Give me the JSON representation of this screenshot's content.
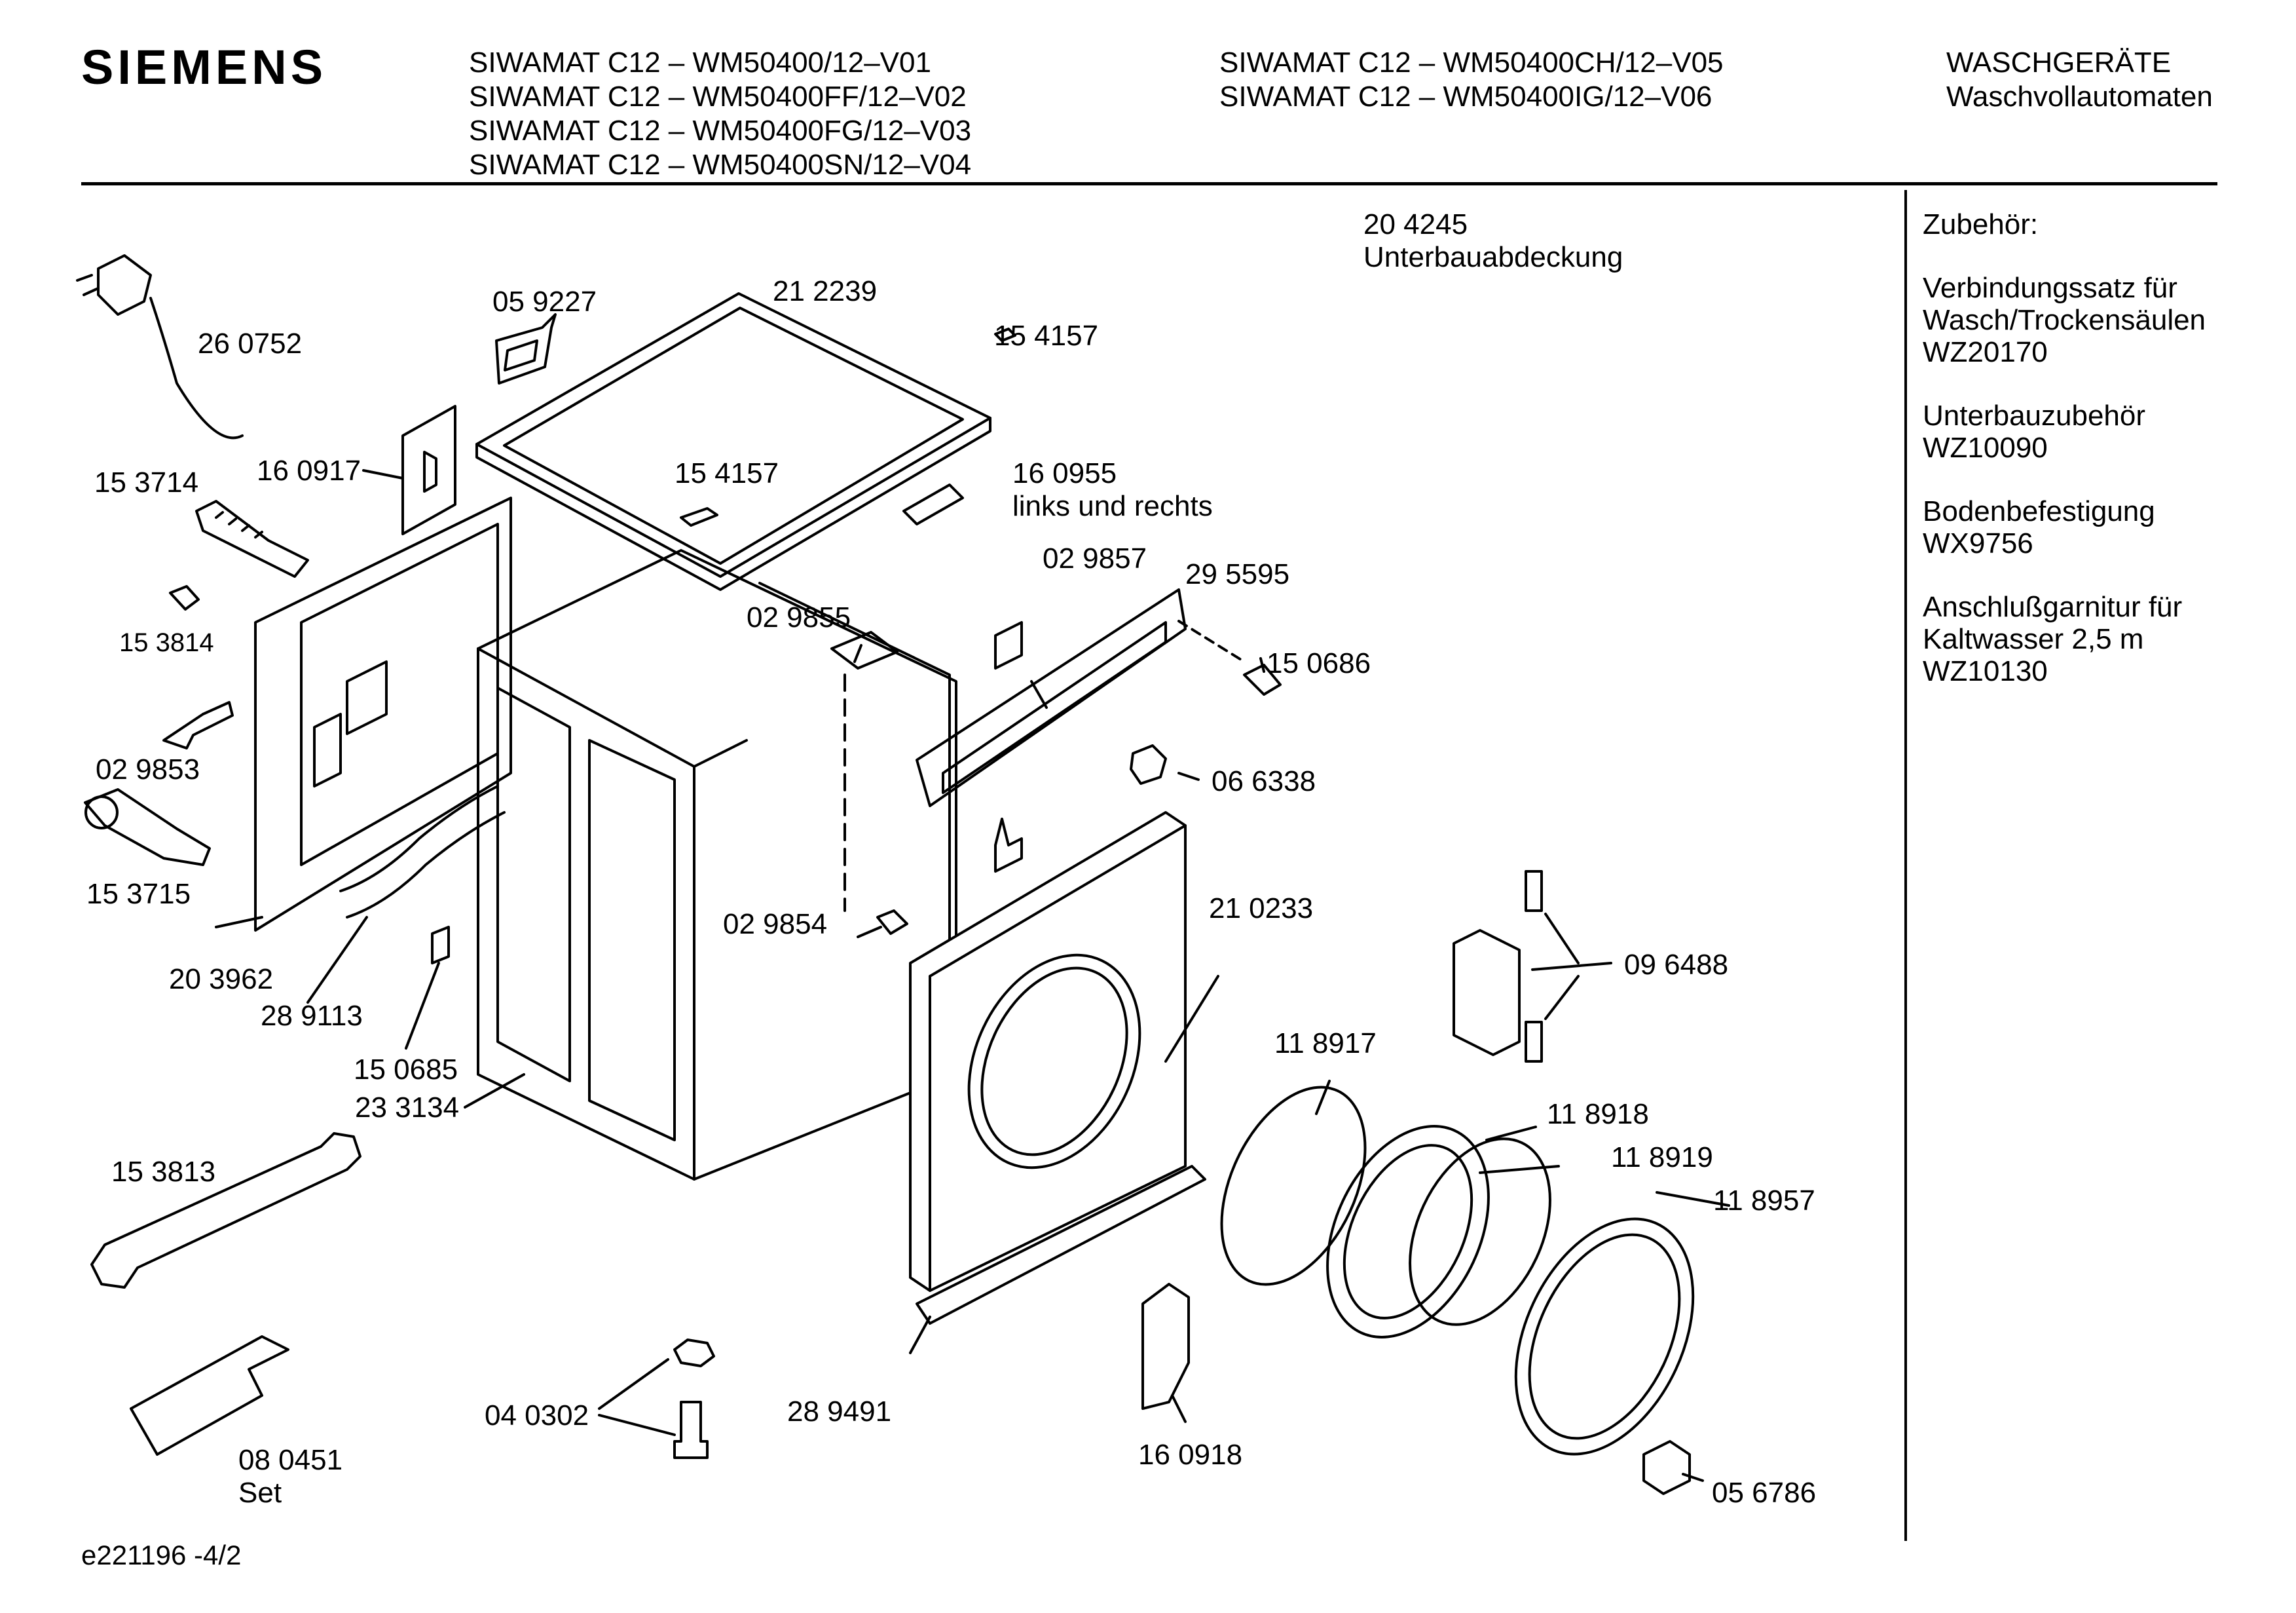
{
  "brand": "SIEMENS",
  "header": {
    "models_col1": [
      "SIWAMAT C12 – WM50400/12–V01",
      "SIWAMAT C12 – WM50400FF/12–V02",
      "SIWAMAT C12 – WM50400FG/12–V03",
      "SIWAMAT C12 – WM50400SN/12–V04"
    ],
    "models_col2": [
      "SIWAMAT C12 – WM50400CH/12–V05",
      "SIWAMAT C12 – WM50400IG/12–V06"
    ],
    "category": "WASCHGERÄTE",
    "subcategory": "Waschvollautomaten"
  },
  "accessories": {
    "title": "Zubehör:",
    "items": [
      {
        "name": "Verbindungssatz für Wasch/Trockensäulen",
        "code": "WZ20170"
      },
      {
        "name": "Unterbauzubehör",
        "code": "WZ10090"
      },
      {
        "name": "Bodenbefestigung",
        "code": "WX9756"
      },
      {
        "name": "Anschlußgarnitur für Kaltwasser 2,5 m",
        "code": "WZ10130"
      }
    ]
  },
  "parts": {
    "p204245": {
      "number": "20 4245",
      "desc": "Unterbauabdeckung"
    },
    "p260752": "26 0752",
    "p059227": "05 9227",
    "p212239": "21 2239",
    "p154157a": "15 4157",
    "p154157b": "15 4157",
    "p160917": "16 0917",
    "p153714": "15 3714",
    "p160955": {
      "number": "16 0955",
      "desc": "links und rechts"
    },
    "p029857": "02 9857",
    "p295595": "29 5595",
    "p153814": "15 3814",
    "p029855": "02 9855",
    "p150686": "15 0686",
    "p029853": "02 9853",
    "p066338": "06 6338",
    "p153715": "15 3715",
    "p210233": "21 0233",
    "p029854": "02 9854",
    "p096488": "09 6488",
    "p203962": "20 3962",
    "p289113": "28 9113",
    "p118917": "11 8917",
    "p150685": "15 0685",
    "p233134": "23 3134",
    "p118918": "11 8918",
    "p118919": "11 8919",
    "p153813": "15 3813",
    "p118957": "11 8957",
    "p080451": {
      "number": "08 0451",
      "desc": "Set"
    },
    "p040302": "04 0302",
    "p289491": "28 9491",
    "p160918": "16 0918",
    "p056786": "05 6786"
  },
  "footer": "e221196 -4/2"
}
